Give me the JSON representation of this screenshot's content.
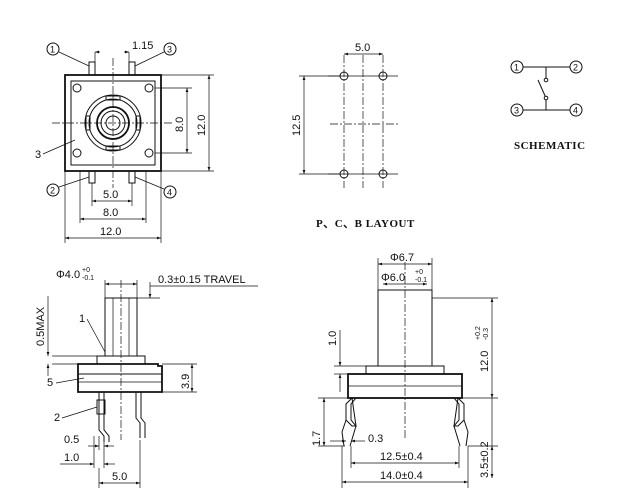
{
  "headings": {
    "pcb_layout": "P、C、B LAYOUT",
    "schematic": "SCHEMATIC"
  },
  "pin_numbers": [
    "1",
    "2",
    "3",
    "4"
  ],
  "part_labels": [
    "1",
    "2",
    "3",
    "5"
  ],
  "top_view": {
    "pin_pitch": "1.15",
    "inner_pin_spacing": "5.0",
    "outer_width": "8.0",
    "body_width": "12.0",
    "inner_height": "8.0",
    "body_height": "12.0"
  },
  "pcb_layout": {
    "horizontal_spacing": "5.0",
    "vertical_spacing": "12.5"
  },
  "side_view_left": {
    "actuator_diameter": "Φ4.0",
    "actuator_tol_upper": "+0",
    "actuator_tol_lower": "-0.1",
    "travel": "0.3±0.15 TRAVEL",
    "max_height": "0.5MAX",
    "body_height": "3.9",
    "pin_width": "0.5",
    "pin_offset": "1.0",
    "pin_spacing": "5.0"
  },
  "side_view_right": {
    "cap_outer_diameter": "Φ6.7",
    "cap_inner_diameter": "Φ6.0",
    "cap_tol_upper": "+0",
    "cap_tol_lower": "-0.1",
    "total_height": "12.0",
    "total_tol_upper": "+0.2",
    "total_tol_lower": "-0.3",
    "step_height": "1.0",
    "leg_height": "1.7",
    "leg_thickness": "0.3",
    "leg_spacing": "12.5±0.4",
    "overall_width": "14.0±0.4",
    "leg_length": "3.5±0.2"
  }
}
